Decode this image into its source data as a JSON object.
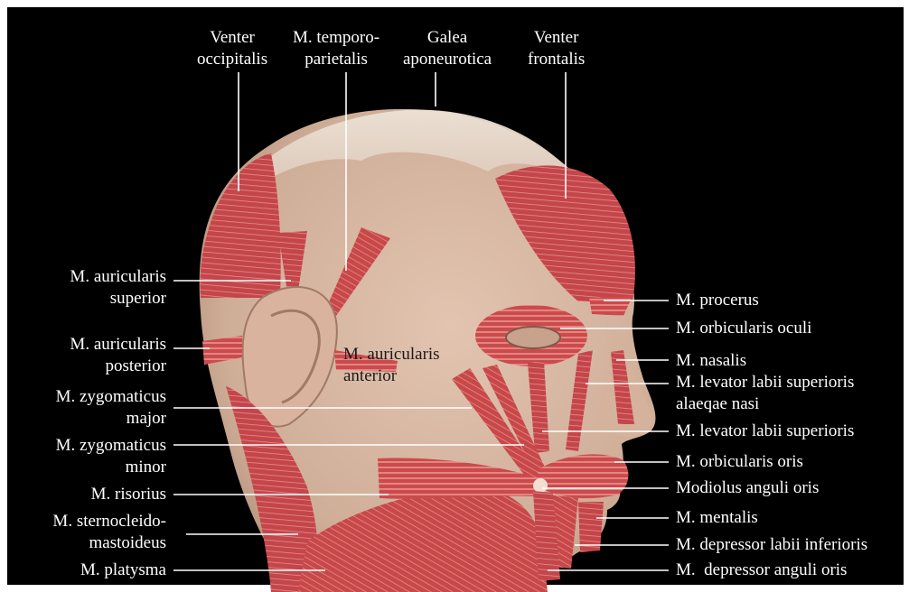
{
  "colors": {
    "background": "#000000",
    "skin": "#d7b9a5",
    "muscle": "#c8484a",
    "muscle_light": "#e08a86",
    "leader_line": "#ffffff",
    "label_text": "#ffffff"
  },
  "labels": {
    "venter_occipitalis": [
      "Venter",
      "occipitalis"
    ],
    "temporoparietalis": [
      "M. temporo-",
      "parietalis"
    ],
    "galea": [
      "Galea",
      "aponeurotica"
    ],
    "venter_frontalis": [
      "Venter",
      "frontalis"
    ],
    "auricularis_superior": [
      "M. auricularis",
      "superior"
    ],
    "auricularis_posterior": [
      "M. auricularis",
      "posterior"
    ],
    "auricularis_anterior": [
      "M. auricularis",
      "anterior"
    ],
    "zygomaticus_major": [
      "M. zygomaticus",
      "major"
    ],
    "zygomaticus_minor": [
      "M. zygomaticus",
      "minor"
    ],
    "risorius": "M. risorius",
    "sternocleidomastoideus": [
      "M. sternocleido-",
      "mastoideus"
    ],
    "platysma": "M. platysma",
    "procerus": "M. procerus",
    "orbicularis_oculi": "M. orbicularis oculi",
    "nasalis": "M. nasalis",
    "levator_alaeque": [
      "M. levator labii superioris",
      "alaeqae nasi"
    ],
    "levator_labii": "M. levator labii superioris",
    "orbicularis_oris": "M. orbicularis oris",
    "modiolus": "Modiolus anguli oris",
    "mentalis": "M. mentalis",
    "depressor_labii": "M. depressor labii inferioris",
    "depressor_anguli": "M.  depressor anguli oris"
  }
}
